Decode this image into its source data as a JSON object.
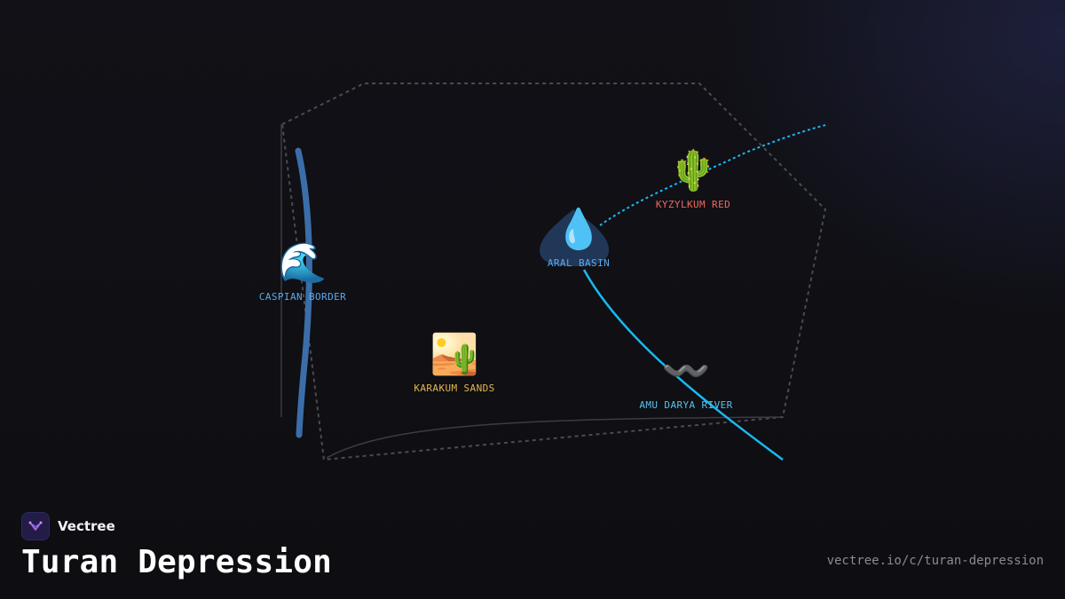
{
  "brand": {
    "name": "Vectree",
    "logo_icon": "vectree-logo-icon"
  },
  "title": "Turan Depression",
  "url": "vectree.io/c/turan-depression",
  "colors": {
    "background": "#0f0f13",
    "outline": "#4a4a52",
    "river": "#1ab8f0",
    "caspian": "#3b6ea8",
    "label_blue": "#5aa9ee",
    "label_red": "#ef6a5f",
    "label_gold": "#e3b64e",
    "label_cyan": "#54c3f0"
  },
  "map": {
    "nodes": [
      {
        "id": "caspian",
        "label": "CASPIAN BORDER",
        "icon": "wave-icon",
        "glyph": "🌊",
        "color": "#5aa9ee"
      },
      {
        "id": "aral",
        "label": "ARAL BASIN",
        "icon": "water-drop-icon",
        "glyph": "💧",
        "color": "#5aa9ee"
      },
      {
        "id": "kyzylkum",
        "label": "KYZYLKUM RED",
        "icon": "cactus-icon",
        "glyph": "🌵",
        "color": "#ef6a5f"
      },
      {
        "id": "karakum",
        "label": "KARAKUM SANDS",
        "icon": "desert-icon",
        "glyph": "🏜️",
        "color": "#e3b64e"
      },
      {
        "id": "amu",
        "label": "AMU DARYA RIVER",
        "icon": "squiggle-icon",
        "glyph": "〰️",
        "color": "#54c3f0"
      }
    ]
  }
}
